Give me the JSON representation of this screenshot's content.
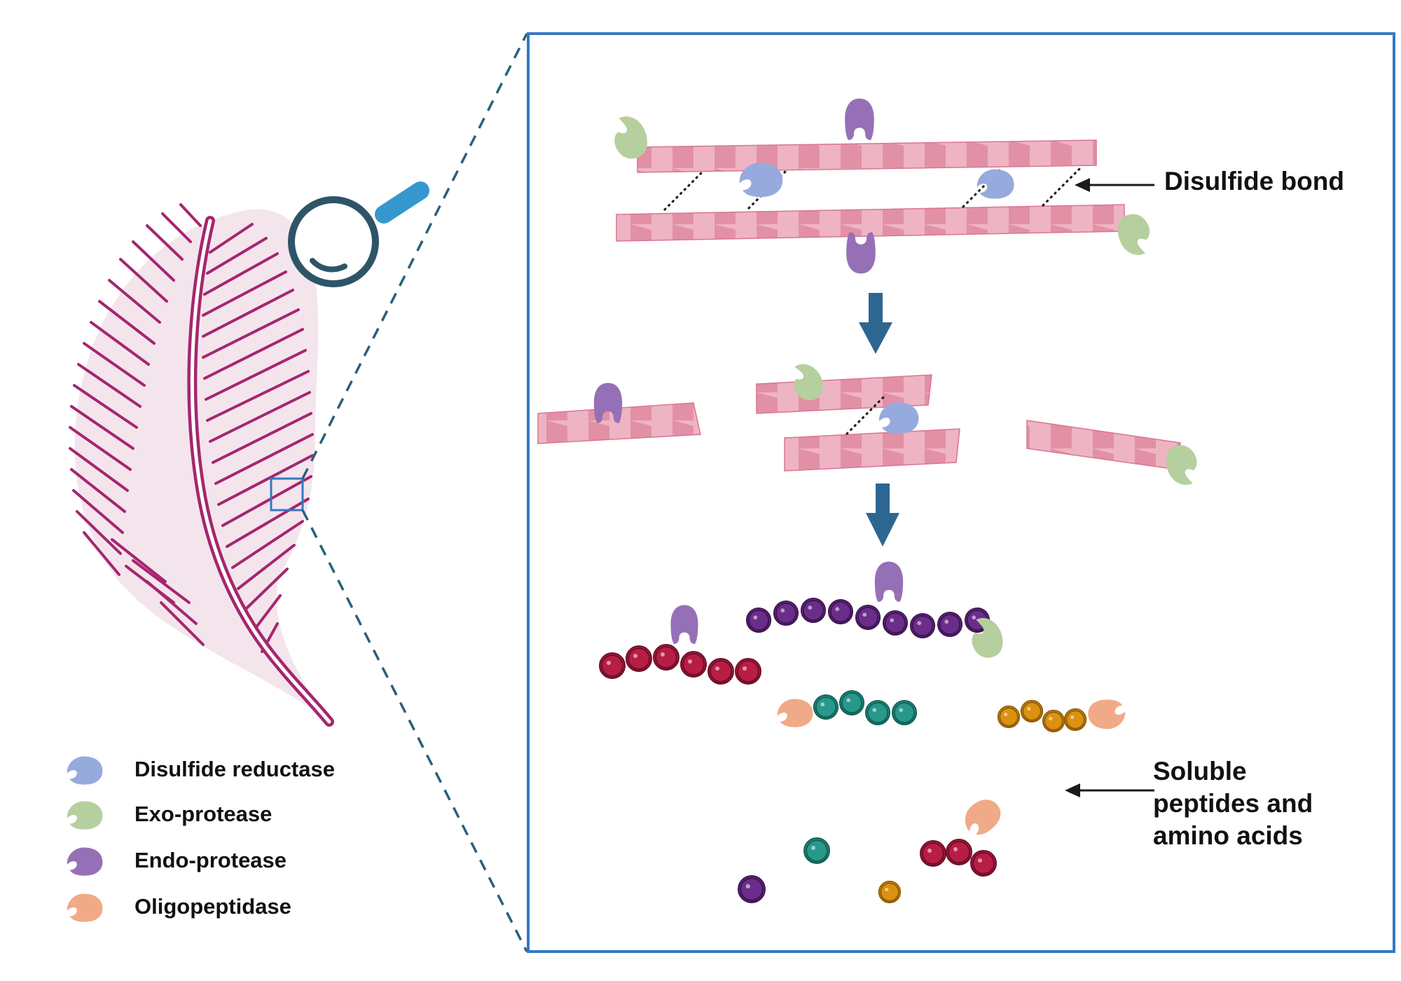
{
  "colors": {
    "feather": "#a5266e",
    "zoom_box": "#3478c4",
    "dashes": "#2b5f7c",
    "magnifier_ring": "#2e5567",
    "magnifier_handle": "#3498cf",
    "keratin": "#e89aaf",
    "keratin_dark": "#d97590",
    "step_arrow": "#2e6692",
    "disulfide_reductase": "#97aadd",
    "exo_protease": "#b6cf9e",
    "endo_protease": "#9670b6",
    "oligopeptidase": "#f1aa87",
    "peptide_crimson": "#b81d45",
    "peptide_purple": "#6b2d8a",
    "peptide_teal": "#27988a",
    "peptide_orange": "#dc9112"
  },
  "legend": [
    {
      "label": "Disulfide reductase",
      "color_key": "disulfide_reductase",
      "icon": "disulfide-reductase-icon"
    },
    {
      "label": "Exo-protease",
      "color_key": "exo_protease",
      "icon": "exo-protease-icon"
    },
    {
      "label": "Endo-protease",
      "color_key": "endo_protease",
      "icon": "endo-protease-icon"
    },
    {
      "label": "Oligopeptidase",
      "color_key": "oligopeptidase",
      "icon": "oligopeptidase-icon"
    }
  ],
  "callouts": {
    "disulfide_bond": "Disulfide bond",
    "soluble_line1": "Soluble",
    "soluble_line2": "peptides and",
    "soluble_line3": "amino acids"
  },
  "icons": {
    "feather": "feather-icon",
    "magnifier": "magnifying-glass-icon",
    "arrow": "down-arrow-icon"
  }
}
